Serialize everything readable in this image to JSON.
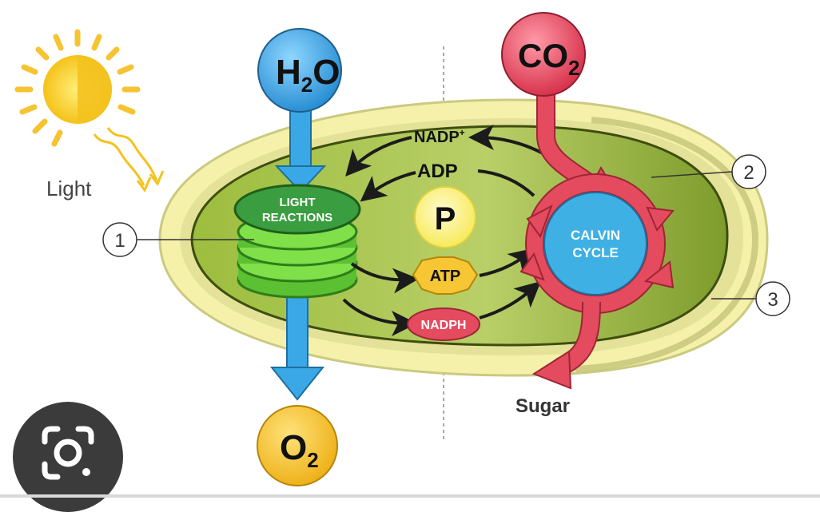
{
  "diagram": {
    "light_label": "Light",
    "water": {
      "main": "H",
      "sub": "2",
      "tail": "O"
    },
    "carbon_dioxide": {
      "main": "CO",
      "sub": "2"
    },
    "oxygen": {
      "main": "O",
      "sub": "2"
    },
    "light_reactions": {
      "line1": "LIGHT",
      "line2": "REACTIONS"
    },
    "calvin_cycle": {
      "line1": "CALVIN",
      "line2": "CYCLE"
    },
    "nadp_plus": {
      "main": "NADP",
      "sup": "+"
    },
    "adp": "ADP",
    "phosphate": "P",
    "atp": "ATP",
    "nadph": "NADPH",
    "sugar": "Sugar",
    "callouts": [
      "1",
      "2",
      "3"
    ]
  },
  "overlay": {
    "lens_icon": "google-lens-camera-icon"
  },
  "colors": {
    "water_blue": "#3aa8e6",
    "co2_red": "#e44b5e",
    "oxygen_yellow": "#f6c634",
    "stroma_green": "#8fac3c",
    "membrane_yellow": "#f4f0a8",
    "calvin_blue": "#3fb0e4",
    "thylakoid_green": "#6fd33c"
  }
}
